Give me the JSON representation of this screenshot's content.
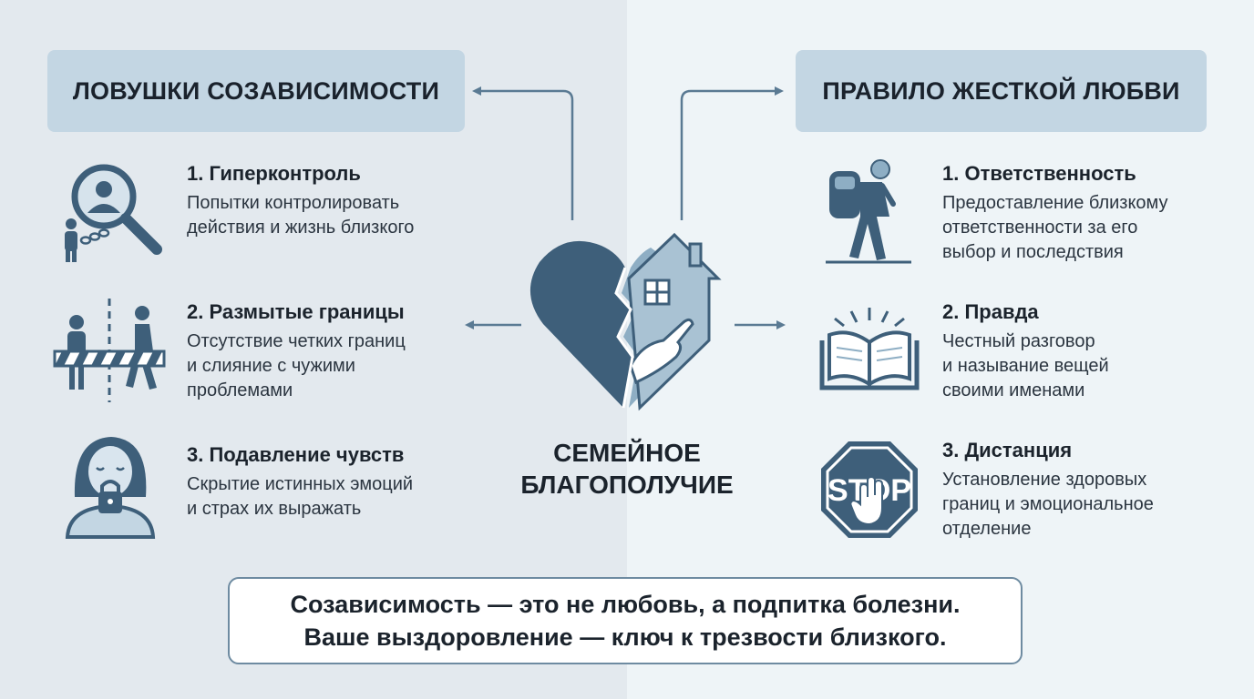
{
  "left_panel": {
    "title": "ЛОВУШКИ СОЗАВИСИМОСТИ",
    "items": [
      {
        "title": "1. Гиперконтроль",
        "description": "Попытки контролировать\nдействия и жизнь близкого",
        "icon": "magnifier-person-icon"
      },
      {
        "title": "2. Размытые границы",
        "description": "Отсутствие четких границ\nи слияние с чужими\nпроблемами",
        "icon": "barrier-people-icon"
      },
      {
        "title": "3. Подавление чувств",
        "description": "Скрытие истинных эмоций\nи страх их выражать",
        "icon": "locked-person-icon"
      }
    ]
  },
  "right_panel": {
    "title": "ПРАВИЛО ЖЕСТКОЙ ЛЮБВИ",
    "items": [
      {
        "title": "1. Ответственность",
        "description": "Предоставление близкому\nответственности за его\nвыбор и последствия",
        "icon": "hiker-backpack-icon"
      },
      {
        "title": "2. Правда",
        "description": "Честный разговор\nи называние вещей\nсвоими именами",
        "icon": "open-book-icon"
      },
      {
        "title": "3. Дистанция",
        "description": "Установление здоровых\nграниц и эмоциональное\nотделение",
        "icon": "stop-sign-icon"
      }
    ]
  },
  "center": {
    "label": "СЕМЕЙНОЕ\nБЛАГОПОЛУЧИЕ",
    "icon": "broken-heart-house-icon",
    "stop_sign_text": "STOP"
  },
  "footer": {
    "quote": "Созависимость — это не любовь, а подпитка болезни.\nВаше выздоровление — ключ к трезвости близкого."
  },
  "colors": {
    "accent_dark": "#3e5f7a",
    "accent_mid": "#5f86a4",
    "accent_light": "#c3d6e3",
    "arrow": "#5a7a93"
  }
}
